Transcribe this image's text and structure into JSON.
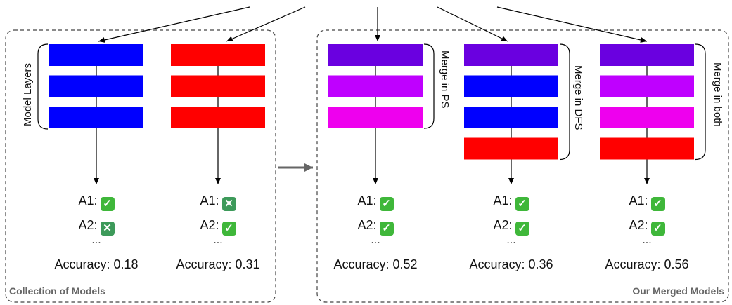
{
  "colors": {
    "blue": "#0000ff",
    "red": "#ff0000",
    "violet": "#6a00e0",
    "purple": "#bf00ff",
    "magenta": "#ee00ee",
    "check": "#3fb73a",
    "cross": "#3d9a5a",
    "arrow_gray": "#666666"
  },
  "left_box": {
    "title": "Collection of Models",
    "bracket_label": "Model Layers"
  },
  "right_box": {
    "title": "Our Merged Models"
  },
  "columns": [
    {
      "id": "model-a",
      "layers": [
        "blue",
        "blue",
        "blue"
      ],
      "bracket_label": "",
      "answers": [
        {
          "label": "A1:",
          "status": "check",
          "glyph": "✓"
        },
        {
          "label": "A2:",
          "status": "cross",
          "glyph": "✕"
        }
      ],
      "ellipsis": "...",
      "accuracy": "Accuracy: 0.18"
    },
    {
      "id": "model-b",
      "layers": [
        "red",
        "red",
        "red"
      ],
      "bracket_label": "",
      "answers": [
        {
          "label": "A1:",
          "status": "cross",
          "glyph": "✕"
        },
        {
          "label": "A2:",
          "status": "check",
          "glyph": "✓"
        }
      ],
      "ellipsis": "...",
      "accuracy": "Accuracy: 0.31"
    },
    {
      "id": "merge-ps",
      "layers": [
        "violet",
        "purple",
        "magenta"
      ],
      "bracket_label": "Merge in PS",
      "answers": [
        {
          "label": "A1:",
          "status": "check",
          "glyph": "✓"
        },
        {
          "label": "A2:",
          "status": "check",
          "glyph": "✓"
        }
      ],
      "ellipsis": "...",
      "accuracy": "Accuracy: 0.52"
    },
    {
      "id": "merge-dfs",
      "layers": [
        "violet",
        "blue",
        "blue",
        "red"
      ],
      "bracket_label": "Merge in DFS",
      "answers": [
        {
          "label": "A1:",
          "status": "check",
          "glyph": "✓"
        },
        {
          "label": "A2:",
          "status": "check",
          "glyph": "✓"
        }
      ],
      "ellipsis": "...",
      "accuracy": "Accuracy: 0.36"
    },
    {
      "id": "merge-both",
      "layers": [
        "violet",
        "purple",
        "magenta",
        "red"
      ],
      "bracket_label": "Merge in both",
      "answers": [
        {
          "label": "A1:",
          "status": "check",
          "glyph": "✓"
        },
        {
          "label": "A2:",
          "status": "check",
          "glyph": "✓"
        }
      ],
      "ellipsis": "...",
      "accuracy": "Accuracy: 0.56"
    }
  ]
}
